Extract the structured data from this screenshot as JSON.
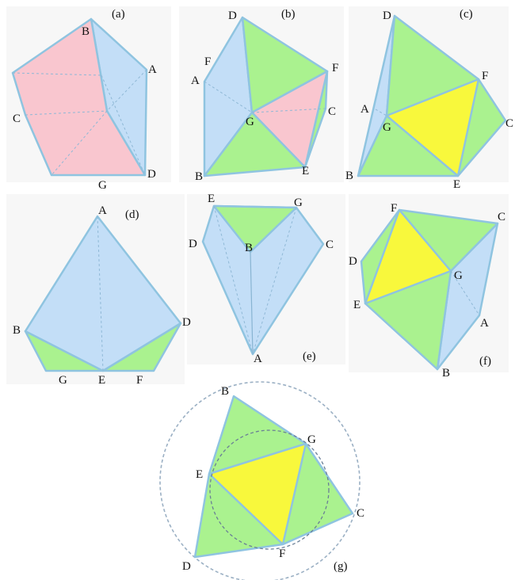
{
  "colors": {
    "blue": "#c3def7",
    "pink": "#f9c6cf",
    "green": "#aaf28f",
    "yellow": "#f8f83c",
    "edge": "#8fc4e0",
    "circle": "#9bb0c4"
  },
  "panels": {
    "a": {
      "caption": "(a)",
      "labels": [
        "B",
        "A",
        "C",
        "D",
        "G"
      ]
    },
    "b": {
      "caption": "(b)",
      "labels": [
        "D",
        "F",
        "A",
        "F",
        "C",
        "G",
        "B",
        "E"
      ]
    },
    "c": {
      "caption": "(c)",
      "labels": [
        "D",
        "F",
        "A",
        "C",
        "G",
        "B",
        "E"
      ]
    },
    "d": {
      "caption": "(d)",
      "labels": [
        "A",
        "B",
        "D",
        "G",
        "E",
        "F"
      ]
    },
    "e": {
      "caption": "(e)",
      "labels": [
        "E",
        "G",
        "D",
        "B",
        "C",
        "A"
      ]
    },
    "f": {
      "caption": "(f)",
      "labels": [
        "F",
        "C",
        "D",
        "G",
        "E",
        "A",
        "B"
      ]
    },
    "g": {
      "caption": "(g)",
      "labels": [
        "B",
        "G",
        "E",
        "C",
        "F",
        "D"
      ]
    }
  }
}
